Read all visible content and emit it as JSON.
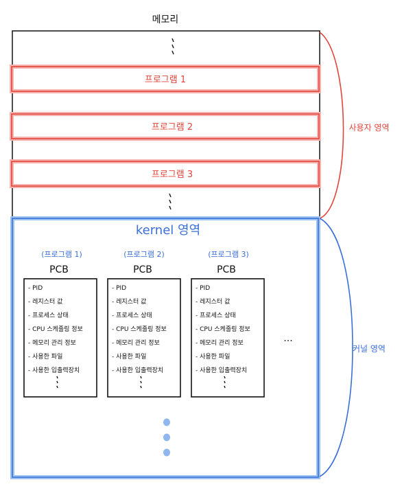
{
  "memory_label": "메모리",
  "user_programs": [
    {
      "label": "프로그램 1"
    },
    {
      "label": "프로그램 2"
    },
    {
      "label": "프로그램 3"
    }
  ],
  "user_area_label": "사용자 영역",
  "kernel": {
    "title": "kernel 영역",
    "side_label": "커널 영역",
    "pcbs": [
      {
        "program_label": "(프로그램 1)",
        "title": "PCB",
        "items": [
          "- PID",
          "- 레지스터 값",
          "- 프로세스 상태",
          "- CPU 스케줄링 정보",
          "- 메모리 관리 정보",
          "- 사용한 파일",
          "- 사용한 입출력장치"
        ]
      },
      {
        "program_label": "(프로그램 2)",
        "title": "PCB",
        "items": [
          "- PID",
          "- 레지스터 값",
          "- 프로세스 상태",
          "- CPU 스케줄링 정보",
          "- 메모리 관리 정보",
          "- 사용한 파일",
          "- 사용한 입출력장치"
        ]
      },
      {
        "program_label": "(프로그램 3)",
        "title": "PCB",
        "items": [
          "- PID",
          "- 레지스터 값",
          "- 프로세스 상태",
          "- CPU 스케줄링 정보",
          "- 메모리 관리 정보",
          "- 사용한 파일",
          "- 사용한 입출력장치"
        ]
      }
    ],
    "more_label": "..."
  },
  "colors": {
    "user_accent": "#e0443a",
    "user_fill": "#f6b3ae",
    "kernel_accent": "#3a6fd8",
    "kernel_fill": "#9ec3f3",
    "ink": "#111111"
  }
}
